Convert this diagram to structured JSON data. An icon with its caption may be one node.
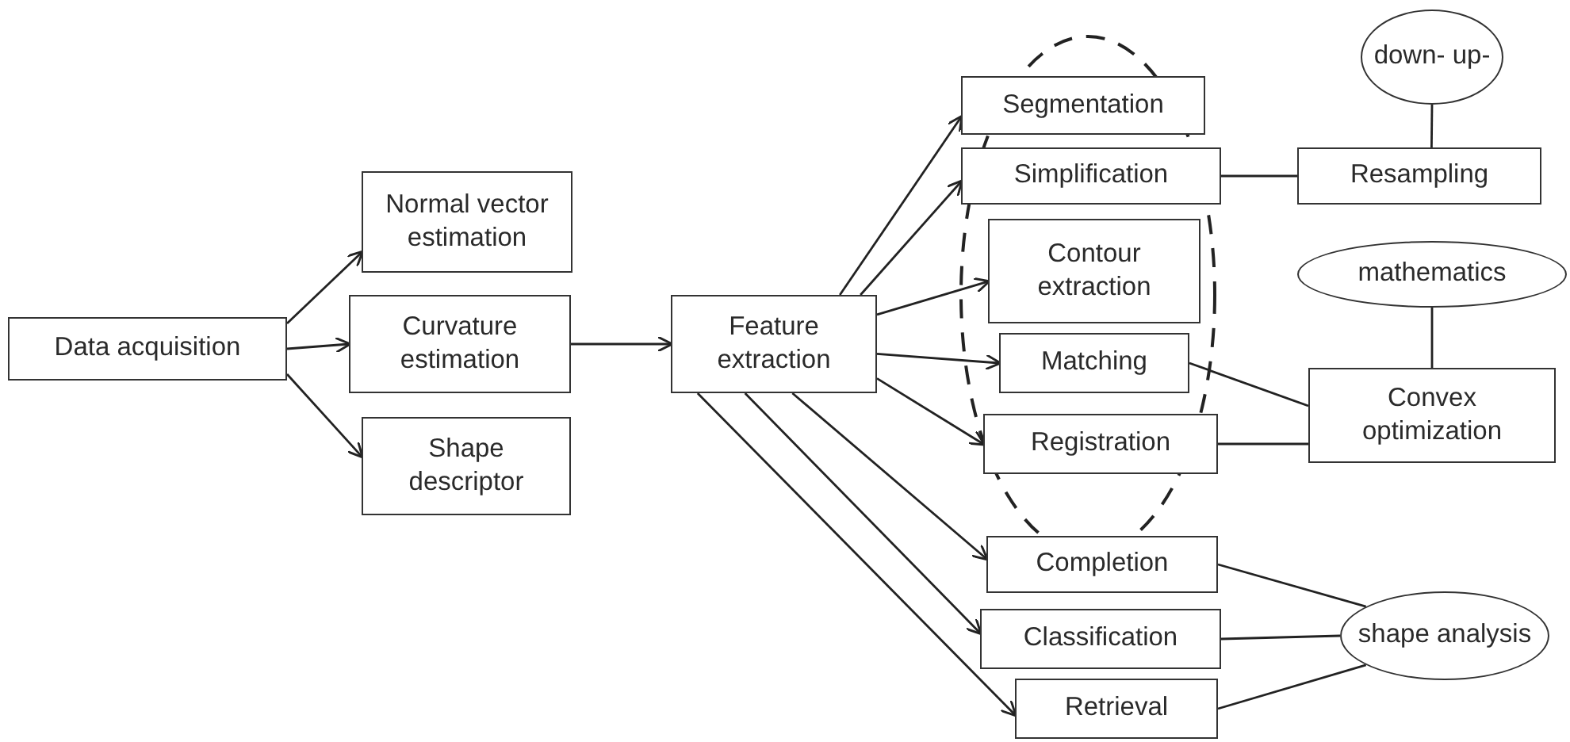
{
  "diagram": {
    "nodes": [
      {
        "text": [
          "Data acquisition"
        ]
      },
      {
        "text": [
          "Normal vector estimation"
        ]
      },
      {
        "text": [
          "Curvature estimation"
        ]
      },
      {
        "text": [
          "Shape descriptor"
        ]
      },
      {
        "text": [
          "Feature extraction"
        ]
      },
      {
        "text": [
          "Segmentation"
        ]
      },
      {
        "text": [
          "Simplification"
        ]
      },
      {
        "text": [
          "Contour extraction"
        ]
      },
      {
        "text": [
          "Matching"
        ]
      },
      {
        "text": [
          "Registration"
        ]
      },
      {
        "text": [
          "Completion"
        ]
      },
      {
        "text": [
          "Classification"
        ]
      },
      {
        "text": [
          "Retrieval"
        ]
      },
      {
        "text": [
          "Resampling"
        ]
      },
      {
        "text": [
          "down- up-"
        ]
      },
      {
        "text": [
          "mathematics"
        ]
      },
      {
        "text": [
          "Convex optimization"
        ]
      },
      {
        "text": [
          "shape analysis"
        ]
      }
    ],
    "edges": [
      {
        "from": 0,
        "to": 1,
        "arrow": "to"
      },
      {
        "from": 0,
        "to": 2,
        "arrow": "to"
      },
      {
        "from": 0,
        "to": 3,
        "arrow": "to"
      },
      {
        "from": 2,
        "to": 4,
        "arrow": "to"
      },
      {
        "from": 4,
        "to": 5,
        "arrow": "to"
      },
      {
        "from": 4,
        "to": 6,
        "arrow": "to"
      },
      {
        "from": 4,
        "to": 7,
        "arrow": "to"
      },
      {
        "from": 4,
        "to": 8,
        "arrow": "to"
      },
      {
        "from": 4,
        "to": 9,
        "arrow": "to"
      },
      {
        "from": 4,
        "to": 10,
        "arrow": "to"
      },
      {
        "from": 4,
        "to": 11,
        "arrow": "to"
      },
      {
        "from": 4,
        "to": 12,
        "arrow": "to"
      },
      {
        "from": 6,
        "to": 13,
        "arrow": "none"
      },
      {
        "from": 13,
        "to": 14,
        "arrow": "none"
      },
      {
        "from": 15,
        "to": 16,
        "arrow": "none"
      },
      {
        "from": 8,
        "to": 16,
        "arrow": "none"
      },
      {
        "from": 9,
        "to": 16,
        "arrow": "none"
      },
      {
        "from": 10,
        "to": 17,
        "arrow": "none"
      },
      {
        "from": 11,
        "to": 17,
        "arrow": "none"
      },
      {
        "from": 12,
        "to": 17,
        "arrow": "none"
      }
    ]
  }
}
